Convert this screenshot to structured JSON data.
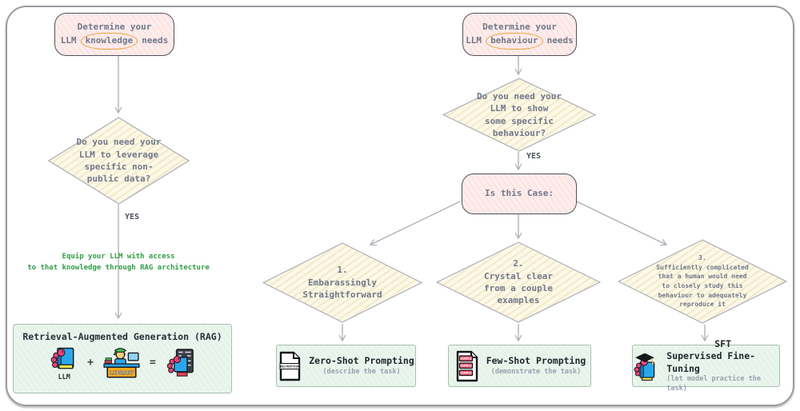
{
  "colors": {
    "pink_fill": "#fdecec",
    "yellow_fill": "#fdf8e6",
    "green_fill": "#e6f3ea",
    "connector": "#a9adb5",
    "highlight_ellipse": "#e9a23b",
    "note_green": "#2f9e44",
    "text_main": "#70798a"
  },
  "left_flow": {
    "start_line1": "Determine your",
    "start_prefix": "LLM",
    "start_highlight": "knowledge",
    "start_suffix": "needs",
    "question": "Do you need your\nLLM to leverage\nspecific non-\npublic data?",
    "yes_label": "YES",
    "note": "Equip your LLM with access\nto that knowledge through RAG architecture",
    "rag": {
      "title": "Retrieval-Augmented Generation (RAG)",
      "llm_caption": "LLM",
      "plus": "+",
      "library_sign": "LIBRARY",
      "equals": "="
    }
  },
  "right_flow": {
    "start_line1": "Determine your",
    "start_prefix": "LLM",
    "start_highlight": "behaviour",
    "start_suffix": "needs",
    "question": "Do you need your\nLLM to show\nsome specific\nbehaviour?",
    "yes_label": "YES",
    "case_box_label": "Is this Case:",
    "cases": [
      {
        "label": "1.\nEmbarassingly\nStraightforward"
      },
      {
        "label": "2.\nCrystal clear\nfrom a couple\nexamples"
      },
      {
        "label": "3.\nSufficiently complicated\nthat a human would need\nto closely study this\nbehaviour to adequately\nreproduce it"
      }
    ],
    "results": [
      {
        "title": "Zero-Shot Prompting",
        "subtitle": "(describe the task)",
        "icon_label": "DESCRIPTION"
      },
      {
        "title": "Few-Shot Prompting",
        "subtitle": "(demonstrate the task)",
        "icon_label": "EXAMPLE"
      },
      {
        "title_line1": "SFT",
        "title_line2": "Supervised Fine-Tuning",
        "subtitle": "(let model practice the task)"
      }
    ]
  }
}
